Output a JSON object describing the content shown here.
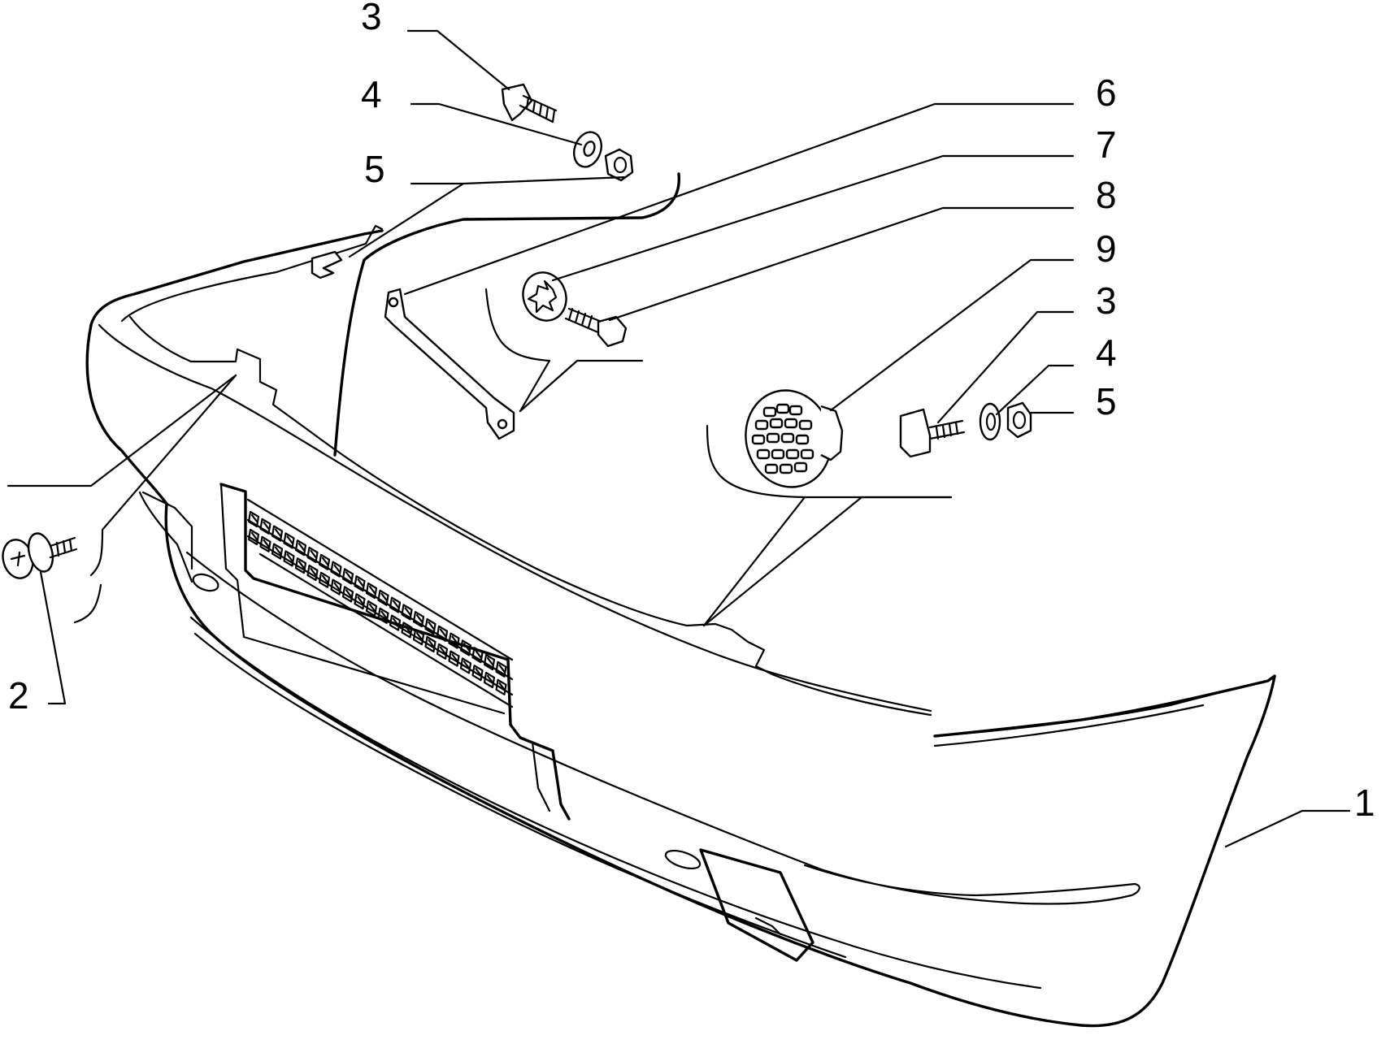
{
  "callouts": [
    {
      "id": "c-3-top",
      "text": "3"
    },
    {
      "id": "c-4-top",
      "text": "4"
    },
    {
      "id": "c-5-top",
      "text": "5"
    },
    {
      "id": "c-6",
      "text": "6"
    },
    {
      "id": "c-7",
      "text": "7"
    },
    {
      "id": "c-8",
      "text": "8"
    },
    {
      "id": "c-9",
      "text": "9"
    },
    {
      "id": "c-3-right",
      "text": "3"
    },
    {
      "id": "c-4-right",
      "text": "4"
    },
    {
      "id": "c-5-right",
      "text": "5"
    },
    {
      "id": "c-2",
      "text": "2"
    },
    {
      "id": "c-1",
      "text": "1"
    }
  ],
  "colors": {
    "ink": "#000000",
    "paper": "#ffffff"
  }
}
